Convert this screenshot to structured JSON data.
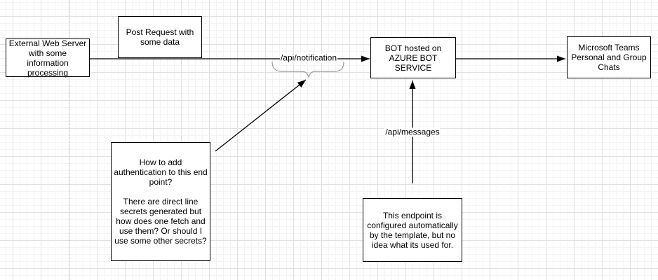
{
  "diagram": {
    "nodes": {
      "external_server": {
        "label": "External Web Server\nwith some information\nprocessing"
      },
      "post_request": {
        "label": "Post Request with\nsome data"
      },
      "bot": {
        "label": "BOT hosted on\nAZURE BOT\nSERVICE"
      },
      "teams": {
        "label": "Microsoft Teams\nPersonal and Group\nChats"
      },
      "auth_note": {
        "label": "How to add\nauthentication to this end\npoint?\n\nThere are direct line\nsecrets generated but\nhow does one fetch and\nuse them? Or should I\nuse some other secrets?"
      },
      "endpoint_note": {
        "label": "This endpoint is\nconfigured automatically\nby the template, but no\nidea what its used for."
      }
    },
    "edge_labels": {
      "notification": "/api/notification",
      "messages": "/api/messages"
    },
    "colors": {
      "line": "#000000",
      "brace": "#9b9b9b",
      "box_border": "#000000",
      "box_fill": "#ffffff",
      "grid_minor": "#f4f4f4",
      "grid_major": "#e1e1e1",
      "page_break": "#b9b9b9"
    }
  }
}
